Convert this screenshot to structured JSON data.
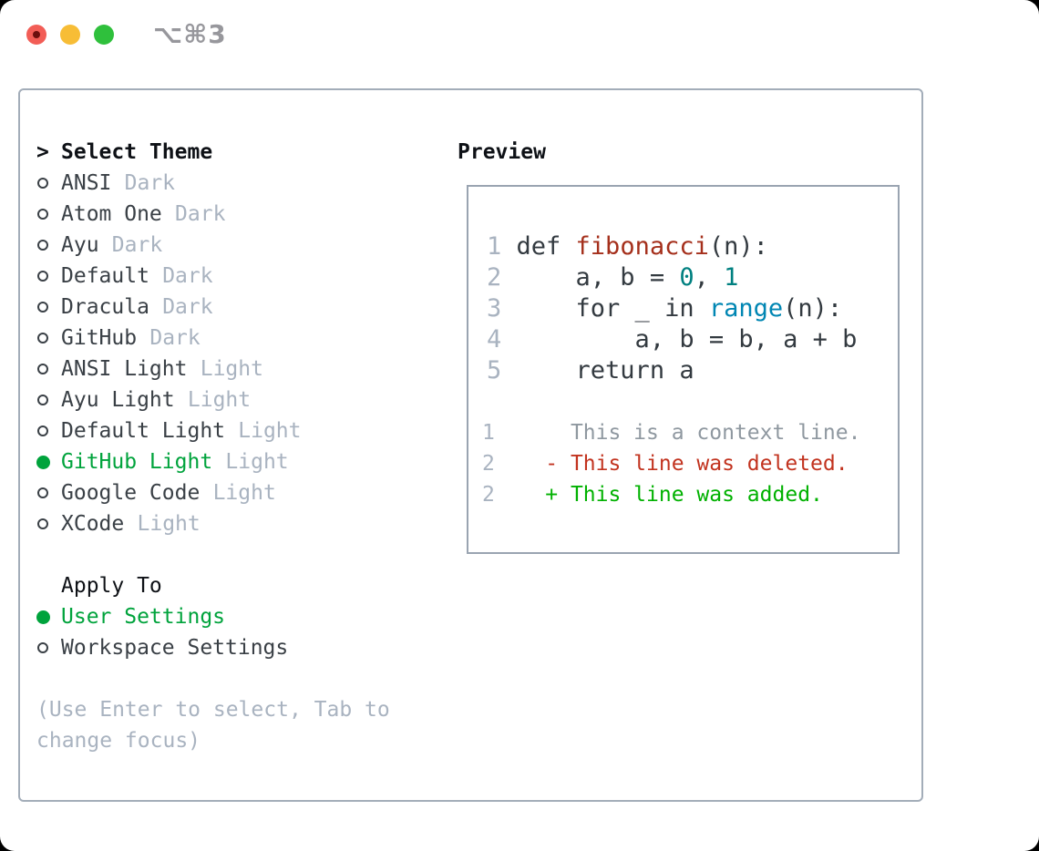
{
  "window": {
    "shortcut_label": "⌥⌘3"
  },
  "colors": {
    "accent_green": "#00a33c",
    "diff_added_green": "#00b100",
    "diff_deleted_red": "#c2331f",
    "function_red": "#a5301c",
    "builtin_blue": "#0086b3",
    "number_teal": "#008080",
    "muted_gray": "#a9b3c0",
    "panel_border": "#a3adb9"
  },
  "theme_picker": {
    "heading_marker": ">",
    "heading": "Select Theme",
    "selected_theme": "GitHub Light",
    "themes": [
      {
        "name": "ANSI",
        "variant": "Dark"
      },
      {
        "name": "Atom One",
        "variant": "Dark"
      },
      {
        "name": "Ayu",
        "variant": "Dark"
      },
      {
        "name": "Default",
        "variant": "Dark"
      },
      {
        "name": "Dracula",
        "variant": "Dark"
      },
      {
        "name": "GitHub",
        "variant": "Dark"
      },
      {
        "name": "ANSI Light",
        "variant": "Light"
      },
      {
        "name": "Ayu Light",
        "variant": "Light"
      },
      {
        "name": "Default Light",
        "variant": "Light"
      },
      {
        "name": "GitHub Light",
        "variant": "Light",
        "selected": true
      },
      {
        "name": "Google Code",
        "variant": "Light"
      },
      {
        "name": "XCode",
        "variant": "Light"
      }
    ],
    "apply_to": {
      "heading": "Apply To",
      "selected_option": "User Settings",
      "options": [
        {
          "label": "User Settings",
          "selected": true
        },
        {
          "label": "Workspace Settings",
          "selected": false
        }
      ]
    },
    "hint_line1": "(Use Enter to select, Tab to",
    "hint_line2": "change focus)"
  },
  "preview": {
    "heading": "Preview",
    "language": "python",
    "code_lines": [
      {
        "gutter": "1 ",
        "seg0": "def ",
        "seg1": "fibonacci",
        "seg2": "(n):"
      },
      {
        "gutter": "2 ",
        "seg0": "    a, b = ",
        "seg1": "0",
        "seg2": ", ",
        "seg3": "1"
      },
      {
        "gutter": "3 ",
        "seg0": "    for _ in ",
        "seg1": "range",
        "seg2": "(n):"
      },
      {
        "gutter": "4 ",
        "seg0": "        a, b = b, a + b"
      },
      {
        "gutter": "5 ",
        "seg0": "    return a"
      }
    ],
    "diff_lines": [
      {
        "gutter": "1",
        "kind": "context",
        "text": "      This is a context line."
      },
      {
        "gutter": "2",
        "kind": "deleted",
        "text": "    - This line was deleted."
      },
      {
        "gutter": "2",
        "kind": "added",
        "text": "    + This line was added."
      }
    ]
  }
}
